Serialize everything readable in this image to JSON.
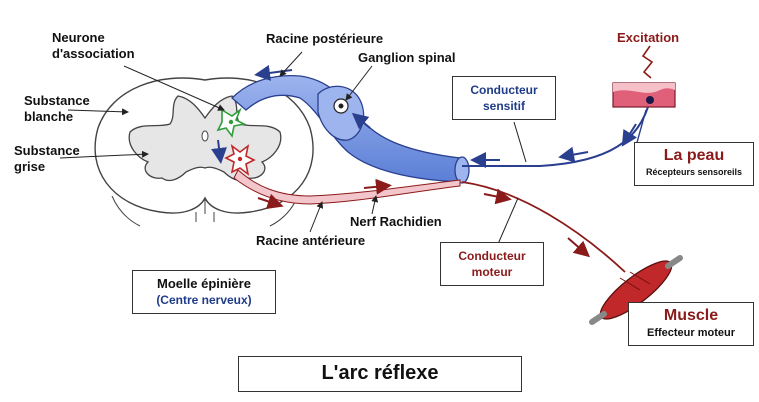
{
  "labels": {
    "neurone_association": [
      "Neurone",
      "d'association"
    ],
    "racine_posterieure": "Racine postérieure",
    "ganglion_spinal": "Ganglion spinal",
    "excitation": "Excitation",
    "substance_blanche": [
      "Substance",
      "blanche"
    ],
    "substance_grise": [
      "Substance",
      "grise"
    ],
    "nerf_rachidien": "Nerf Rachidien",
    "racine_anterieure": "Racine antérieure"
  },
  "boxes": {
    "conducteur_sensitif": [
      "Conducteur",
      "sensitif"
    ],
    "conducteur_moteur": [
      "Conducteur",
      "moteur"
    ],
    "la_peau": {
      "title": "La peau",
      "subtitle": "Récepteurs sensoreils"
    },
    "muscle": {
      "title": "Muscle",
      "subtitle": "Effecteur moteur"
    },
    "moelle": {
      "title": "Moelle épinière",
      "subtitle": "(Centre nerveux)"
    },
    "main_title": "L'arc réflexe"
  },
  "colors": {
    "sensory": "#5b7fd6",
    "sensory_dark": "#2b3f8f",
    "motor": "#8b1a1a",
    "skin": "#e0607a",
    "muscle": "#c0282a",
    "grey_matter": "#e6e6e6"
  }
}
